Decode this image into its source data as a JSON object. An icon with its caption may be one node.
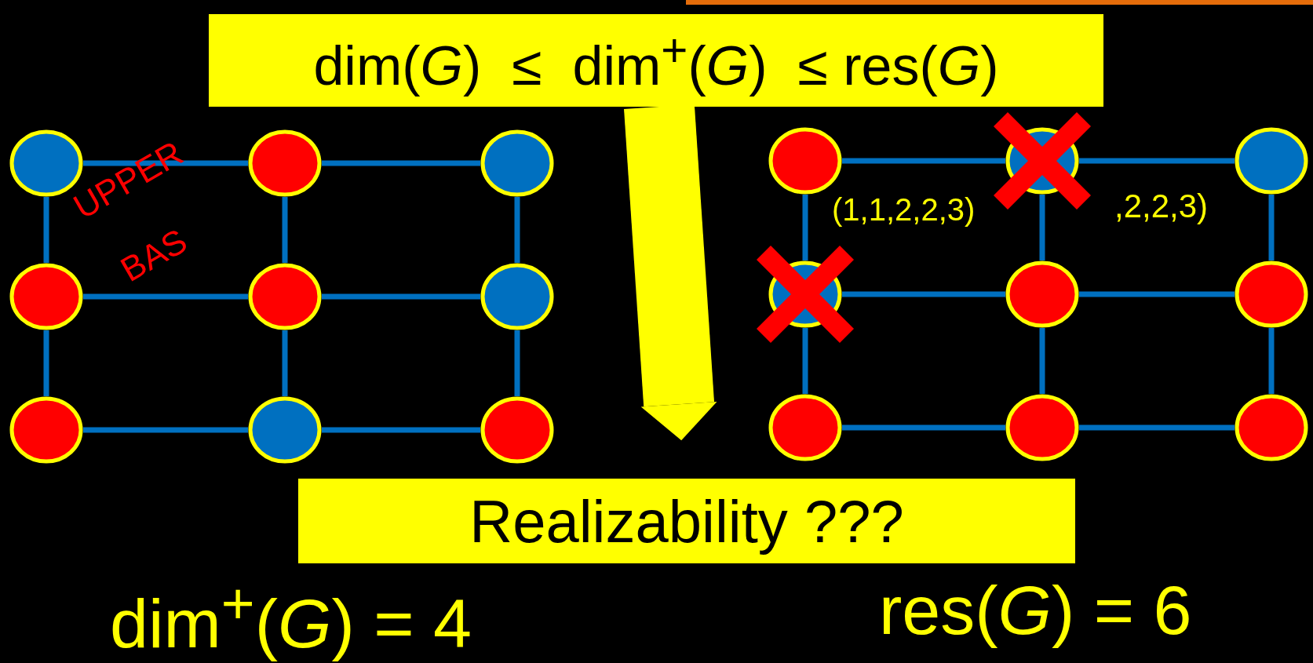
{
  "diagram": {
    "nodes": [
      {
        "text": [],
        "shape": "circle"
      },
      {
        "text": [],
        "shape": "circle"
      },
      {
        "text": [],
        "shape": "circle"
      },
      {
        "text": [],
        "shape": "circle"
      },
      {
        "text": [],
        "shape": "circle"
      },
      {
        "text": [],
        "shape": "circle"
      },
      {
        "text": [],
        "shape": "circle"
      },
      {
        "text": [],
        "shape": "circle"
      },
      {
        "text": [],
        "shape": "circle"
      },
      {
        "text": [],
        "shape": "circle"
      },
      {
        "text": [],
        "shape": "circle"
      },
      {
        "text": [],
        "shape": "circle"
      },
      {
        "text": [],
        "shape": "circle"
      },
      {
        "text": [],
        "shape": "circle"
      },
      {
        "text": [],
        "shape": "circle"
      },
      {
        "text": [],
        "shape": "circle"
      },
      {
        "text": [],
        "shape": "circle"
      },
      {
        "text": [],
        "shape": "circle"
      },
      {
        "text": [
          "dim(*G*)  ≤  dim$^{+}$(*G*)  ≤ res(*G*)"
        ]
      },
      {
        "text": [
          "Realizability ???"
        ]
      }
    ],
    "edges": [
      {
        "from": 0,
        "to": 1,
        "arrow": "none"
      },
      {
        "from": 1,
        "to": 2,
        "arrow": "none"
      },
      {
        "from": 3,
        "to": 4,
        "arrow": "none"
      },
      {
        "from": 4,
        "to": 5,
        "arrow": "none"
      },
      {
        "from": 6,
        "to": 7,
        "arrow": "none"
      },
      {
        "from": 7,
        "to": 8,
        "arrow": "none"
      },
      {
        "from": 0,
        "to": 3,
        "arrow": "none"
      },
      {
        "from": 3,
        "to": 6,
        "arrow": "none"
      },
      {
        "from": 1,
        "to": 4,
        "arrow": "none"
      },
      {
        "from": 4,
        "to": 7,
        "arrow": "none"
      },
      {
        "from": 2,
        "to": 5,
        "arrow": "none"
      },
      {
        "from": 5,
        "to": 8,
        "arrow": "none"
      },
      {
        "from": 9,
        "to": 10,
        "arrow": "none"
      },
      {
        "from": 10,
        "to": 11,
        "arrow": "none"
      },
      {
        "from": 12,
        "to": 13,
        "arrow": "none"
      },
      {
        "from": 13,
        "to": 14,
        "arrow": "none"
      },
      {
        "from": 15,
        "to": 16,
        "arrow": "none"
      },
      {
        "from": 16,
        "to": 17,
        "arrow": "none"
      },
      {
        "from": 9,
        "to": 12,
        "arrow": "none"
      },
      {
        "from": 12,
        "to": 15,
        "arrow": "none"
      },
      {
        "from": 10,
        "to": 13,
        "arrow": "none"
      },
      {
        "from": 13,
        "to": 16,
        "arrow": "none"
      },
      {
        "from": 11,
        "to": 14,
        "arrow": "none"
      },
      {
        "from": 14,
        "to": 17,
        "arrow": "none"
      },
      {
        "from": 18,
        "to": 19,
        "arrow": "to",
        "style": "thick",
        "color": "#ffff00"
      }
    ],
    "labels": [
      "UPPER",
      "BAS",
      ",2,2,3)",
      "(1,1,2,2,3)",
      "dim$^{+}$(*G*) = 4",
      "res(*G*) = 6"
    ]
  }
}
